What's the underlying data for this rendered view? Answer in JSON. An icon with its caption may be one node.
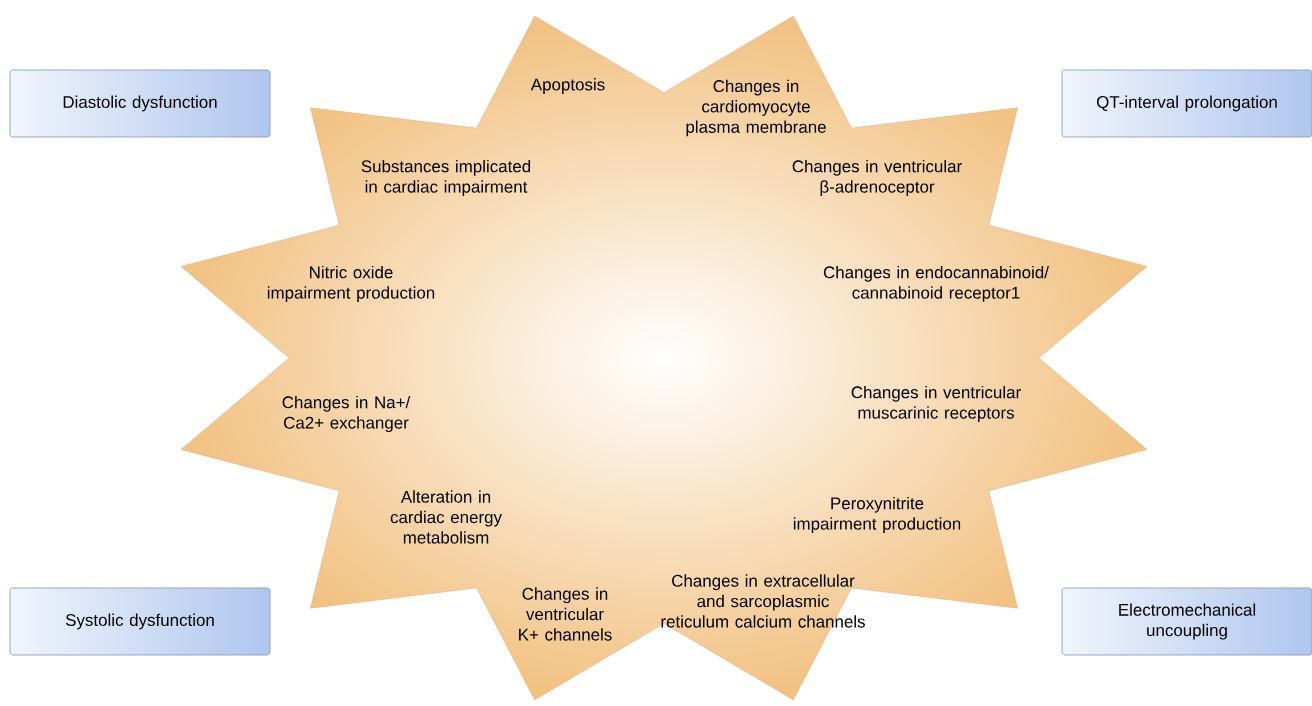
{
  "diagram": {
    "nodes": [
      {
        "text": [
          "Apoptosis",
          "Changes in cardiomyocyte plasma membrane",
          "Substances implicated in cardiac impairment",
          "Changes in ventricular β-adrenoceptor",
          "Nitric oxide impairment production",
          "Changes in endocannabinoid/ cannabinoid receptor1",
          "Changes in Na+/ Ca2+ exchanger",
          "Changes in ventricular muscarinic receptors",
          "Alteration in cardiac energy metabolism",
          "Peroxynitrite impairment production",
          "Changes in ventricular K+ channels",
          "Changes in extracellular and sarcoplasmic reticulum calcium channels"
        ]
      },
      {
        "text": [
          "Diastolic dysfunction"
        ]
      },
      {
        "text": [
          "QT-interval prolongation"
        ]
      },
      {
        "text": [
          "Systolic dysfunction"
        ]
      },
      {
        "text": [
          "Electromechanical uncoupling"
        ]
      }
    ]
  }
}
